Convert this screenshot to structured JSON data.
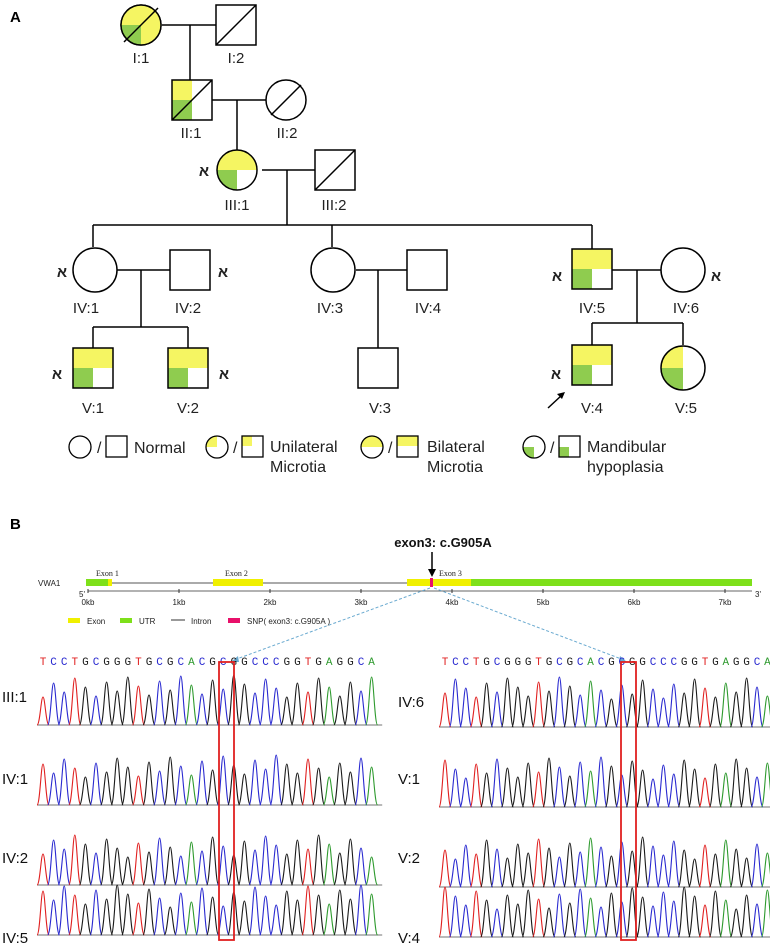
{
  "panel_a_label": "A",
  "panel_b_label": "B",
  "pedigree": {
    "I1": "I:1",
    "I2": "I:2",
    "II1": "II:1",
    "II2": "II:2",
    "III1": "III:1",
    "III2": "III:2",
    "IV1": "IV:1",
    "IV2": "IV:2",
    "IV3": "IV:3",
    "IV4": "IV:4",
    "IV5": "IV:5",
    "IV6": "IV:6",
    "V1": "V:1",
    "V2": "V:2",
    "V3": "V:3",
    "V4": "V:4",
    "V5": "V:5",
    "tested_mark": "א"
  },
  "legend": {
    "normal": "Normal",
    "unilateral_1": "Unilateral",
    "unilateral_2": "Microtia",
    "bilateral_1": "Bilateral",
    "bilateral_2": "Microtia",
    "mandibular_1": "Mandibular",
    "mandibular_2": "hypoplasia",
    "separator": "/"
  },
  "gene": {
    "variant_title": "exon3: c.G905A",
    "gene_name": "VWA1",
    "five_prime": "5'",
    "three_prime": "3'",
    "exon1": "Exon 1",
    "exon2": "Exon 2",
    "exon3": "Exon 3",
    "ticks": [
      "0kb",
      "1kb",
      "2kb",
      "3kb",
      "4kb",
      "5kb",
      "6kb",
      "7kb"
    ],
    "key_exon": "Exon",
    "key_utr": "UTR",
    "key_intron": "Intron",
    "key_snp": "SNP( exon3: c.G905A )"
  },
  "sequence": "TCCTGCGGGTGCGCACGCGGCCCGGTGAGGCA",
  "traces_left": [
    "III:1",
    "IV:1",
    "IV:2",
    "IV:5"
  ],
  "traces_right": [
    "IV:6",
    "V:1",
    "V:2",
    "V:4"
  ],
  "colors": {
    "yellow": "#f5f562",
    "green": "#8fcc4f",
    "exon": "#f0f000",
    "utr": "#7ee01a",
    "snp": "#e8106a",
    "box": "#e02020",
    "arrow": "#6aaad0",
    "A": "#2e9a2e",
    "C": "#2a2ad0",
    "G": "#1a1a1a",
    "T": "#e02020"
  }
}
